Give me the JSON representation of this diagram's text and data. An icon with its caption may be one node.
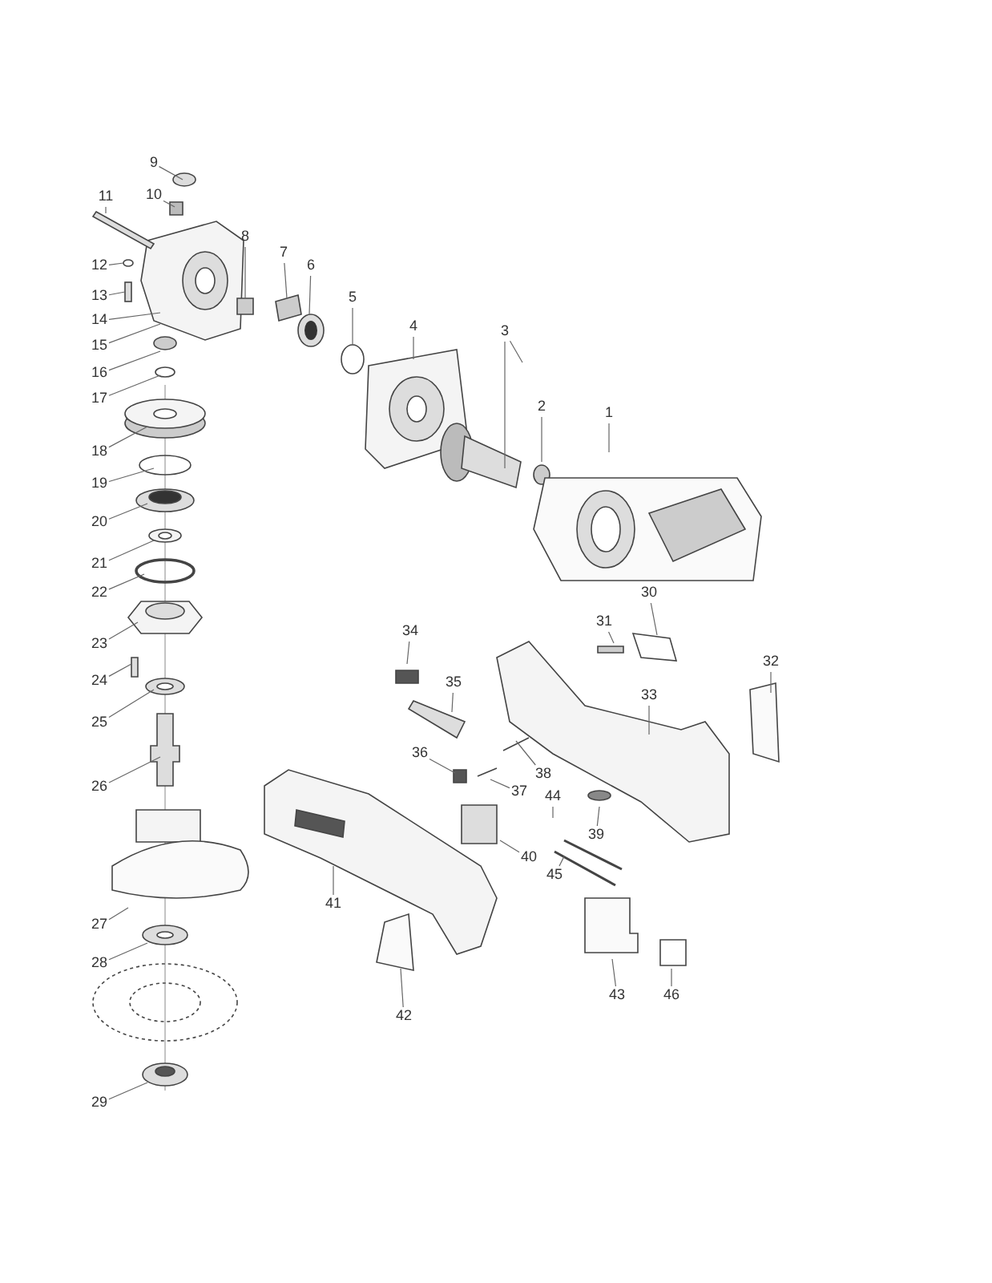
{
  "diagram": {
    "nodes": [
      {
        "text": [
          "1"
        ]
      },
      {
        "text": [
          "2"
        ]
      },
      {
        "text": [
          "3"
        ]
      },
      {
        "text": [
          "4"
        ]
      },
      {
        "text": [
          "5"
        ]
      },
      {
        "text": [
          "6"
        ]
      },
      {
        "text": [
          "7"
        ]
      },
      {
        "text": [
          "8"
        ]
      },
      {
        "text": [
          "9"
        ]
      },
      {
        "text": [
          "10"
        ]
      },
      {
        "text": [
          "11"
        ]
      },
      {
        "text": [
          "12"
        ]
      },
      {
        "text": [
          "13"
        ]
      },
      {
        "text": [
          "14"
        ]
      },
      {
        "text": [
          "15"
        ]
      },
      {
        "text": [
          "16"
        ]
      },
      {
        "text": [
          "17"
        ]
      },
      {
        "text": [
          "18"
        ]
      },
      {
        "text": [
          "19"
        ]
      },
      {
        "text": [
          "20"
        ]
      },
      {
        "text": [
          "21"
        ]
      },
      {
        "text": [
          "22"
        ]
      },
      {
        "text": [
          "23"
        ]
      },
      {
        "text": [
          "24"
        ]
      },
      {
        "text": [
          "25"
        ]
      },
      {
        "text": [
          "26"
        ]
      },
      {
        "text": [
          "27"
        ]
      },
      {
        "text": [
          "28"
        ]
      },
      {
        "text": [
          "29"
        ]
      },
      {
        "text": [
          "30"
        ]
      },
      {
        "text": [
          "31"
        ]
      },
      {
        "text": [
          "32"
        ]
      },
      {
        "text": [
          "33"
        ]
      },
      {
        "text": [
          "34"
        ]
      },
      {
        "text": [
          "35"
        ]
      },
      {
        "text": [
          "36"
        ]
      },
      {
        "text": [
          "37"
        ]
      },
      {
        "text": [
          "38"
        ]
      },
      {
        "text": [
          "39"
        ]
      },
      {
        "text": [
          "40"
        ]
      },
      {
        "text": [
          "41"
        ]
      },
      {
        "text": [
          "42"
        ]
      },
      {
        "text": [
          "43"
        ]
      },
      {
        "text": [
          "44"
        ]
      },
      {
        "text": [
          "45"
        ]
      },
      {
        "text": [
          "46"
        ]
      },
      {
        "text": [],
        "shape": "bar"
      },
      {
        "text": [],
        "shape": "box"
      },
      {
        "text": [],
        "shape": "circle"
      }
    ],
    "edges": [
      {
        "from": 0,
        "to": null,
        "arrow": "none"
      },
      {
        "from": 1,
        "to": null,
        "arrow": "none"
      },
      {
        "from": 2,
        "to": null,
        "arrow": "none"
      },
      {
        "from": 3,
        "to": null,
        "arrow": "none"
      },
      {
        "from": 4,
        "to": null,
        "arrow": "none"
      },
      {
        "from": 5,
        "to": 48,
        "arrow": "none"
      },
      {
        "from": 6,
        "to": 47,
        "arrow": "none"
      },
      {
        "from": 7,
        "to": null,
        "arrow": "none"
      },
      {
        "from": 8,
        "to": null,
        "arrow": "none"
      },
      {
        "from": 9,
        "to": null,
        "arrow": "none"
      },
      {
        "from": 10,
        "to": null,
        "arrow": "none"
      },
      {
        "from": 11,
        "to": null,
        "arrow": "none"
      },
      {
        "from": 12,
        "to": 46,
        "arrow": "none"
      },
      {
        "from": 13,
        "to": null,
        "arrow": "none"
      },
      {
        "from": 14,
        "to": null,
        "arrow": "none"
      },
      {
        "from": 15,
        "to": null,
        "arrow": "none"
      },
      {
        "from": 16,
        "to": null,
        "arrow": "none"
      },
      {
        "from": 17,
        "to": null,
        "arrow": "none"
      },
      {
        "from": 18,
        "to": null,
        "arrow": "none"
      },
      {
        "from": 19,
        "to": null,
        "arrow": "none"
      },
      {
        "from": 20,
        "to": null,
        "arrow": "none"
      },
      {
        "from": 21,
        "to": null,
        "arrow": "none"
      },
      {
        "from": 22,
        "to": null,
        "arrow": "none"
      },
      {
        "from": 23,
        "to": null,
        "arrow": "none"
      },
      {
        "from": 24,
        "to": null,
        "arrow": "none"
      },
      {
        "from": 25,
        "to": null,
        "arrow": "none"
      },
      {
        "from": 26,
        "to": null,
        "arrow": "none"
      },
      {
        "from": 27,
        "to": null,
        "arrow": "none"
      },
      {
        "from": 28,
        "to": null,
        "arrow": "none"
      },
      {
        "from": 29,
        "to": null,
        "arrow": "none"
      },
      {
        "from": 30,
        "to": null,
        "arrow": "none"
      },
      {
        "from": 31,
        "to": null,
        "arrow": "none"
      },
      {
        "from": 32,
        "to": null,
        "arrow": "none"
      },
      {
        "from": 33,
        "to": null,
        "arrow": "none"
      },
      {
        "from": 34,
        "to": null,
        "arrow": "none"
      },
      {
        "from": 35,
        "to": null,
        "arrow": "none"
      },
      {
        "from": 36,
        "to": null,
        "arrow": "none"
      },
      {
        "from": 37,
        "to": null,
        "arrow": "none"
      },
      {
        "from": 38,
        "to": null,
        "arrow": "none"
      },
      {
        "from": 39,
        "to": null,
        "arrow": "none"
      },
      {
        "from": 40,
        "to": null,
        "arrow": "none"
      },
      {
        "from": 41,
        "to": null,
        "arrow": "none"
      },
      {
        "from": 42,
        "to": null,
        "arrow": "none"
      },
      {
        "from": 43,
        "to": null,
        "arrow": "none"
      },
      {
        "from": 44,
        "to": null,
        "arrow": "none"
      },
      {
        "from": 45,
        "to": null,
        "arrow": "none"
      },
      {
        "from": 2,
        "to": null,
        "arrow": "none"
      }
    ]
  }
}
